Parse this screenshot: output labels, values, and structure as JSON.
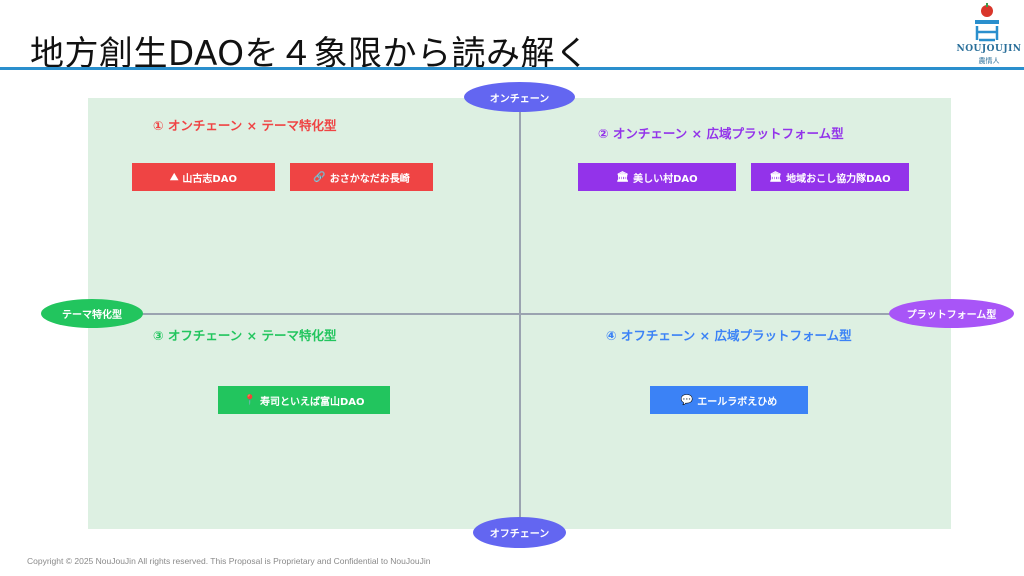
{
  "header": {
    "title": "地方創生DAOを４象限から読み解く",
    "logo_text": "NOUJOUJIN",
    "logo_sub": "農情人"
  },
  "axes": {
    "top": "オンチェーン",
    "bottom": "オフチェーン",
    "left": "テーマ特化型",
    "right": "プラットフォーム型"
  },
  "quadrants": [
    {
      "title": "① オンチェーン × テーマ特化型",
      "color": "#ef4444",
      "items": [
        {
          "icon": "mountain-icon",
          "glyph": "⛰",
          "label": "山古志DAO"
        },
        {
          "icon": "link-icon",
          "glyph": "🔗",
          "label": "おさかなだお長崎"
        }
      ]
    },
    {
      "title": "② オンチェーン × 広域プラットフォーム型",
      "color": "#9333ea",
      "items": [
        {
          "icon": "building-icon",
          "glyph": "🏛",
          "label": "美しい村DAO"
        },
        {
          "icon": "building-icon",
          "glyph": "🏛",
          "label": "地域おこし協力隊DAO"
        }
      ]
    },
    {
      "title": "③ オフチェーン × テーマ特化型",
      "color": "#22c55e",
      "items": [
        {
          "icon": "pin-icon",
          "glyph": "📍",
          "label": "寿司といえば富山DAO"
        }
      ]
    },
    {
      "title": "④ オフチェーン × 広域プラットフォーム型",
      "color": "#3b82f6",
      "items": [
        {
          "icon": "speech-bubble-icon",
          "glyph": "💬",
          "label": "エールラボえひめ"
        }
      ]
    }
  ],
  "footer": {
    "copyright": "Copyright © 2025 NouJouJin  All rights reserved. This Proposal is Proprietary and Confidential to NouJouJin"
  }
}
